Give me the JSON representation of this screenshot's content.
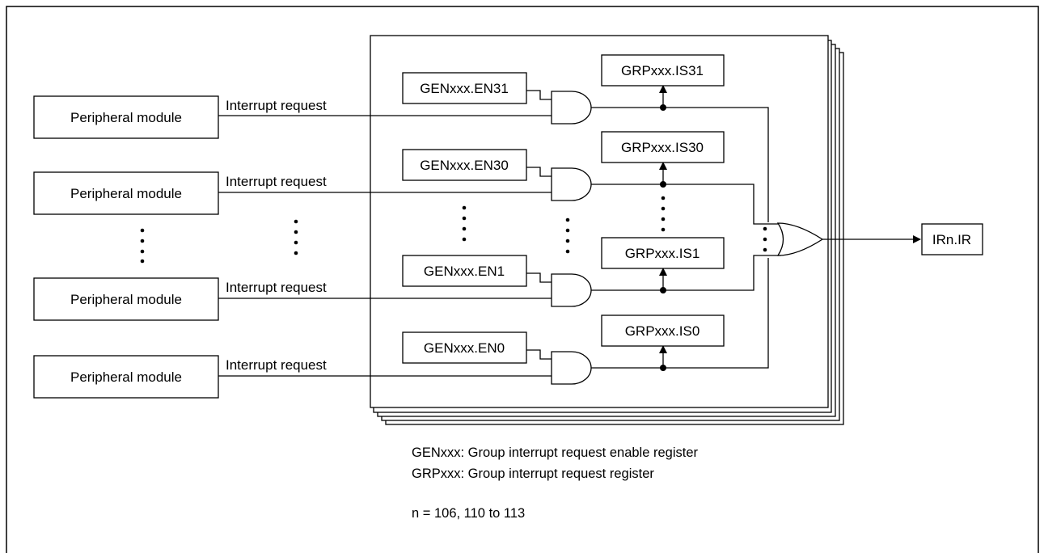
{
  "peripherals": [
    {
      "label": "Peripheral module",
      "signal": "Interrupt request"
    },
    {
      "label": "Peripheral module",
      "signal": "Interrupt request"
    },
    {
      "label": "Peripheral module",
      "signal": "Interrupt request"
    },
    {
      "label": "Peripheral module",
      "signal": "Interrupt request"
    }
  ],
  "channels": [
    {
      "enable": "GENxxx.EN31",
      "status": "GRPxxx.IS31"
    },
    {
      "enable": "GENxxx.EN30",
      "status": "GRPxxx.IS30"
    },
    {
      "enable": "GENxxx.EN1",
      "status": "GRPxxx.IS1"
    },
    {
      "enable": "GENxxx.EN0",
      "status": "GRPxxx.IS0"
    }
  ],
  "output": "IRn.IR",
  "legend": {
    "line1": "GENxxx: Group interrupt request enable register",
    "line2": "GRPxxx: Group interrupt request register",
    "line3": "n = 106, 110 to 113"
  }
}
